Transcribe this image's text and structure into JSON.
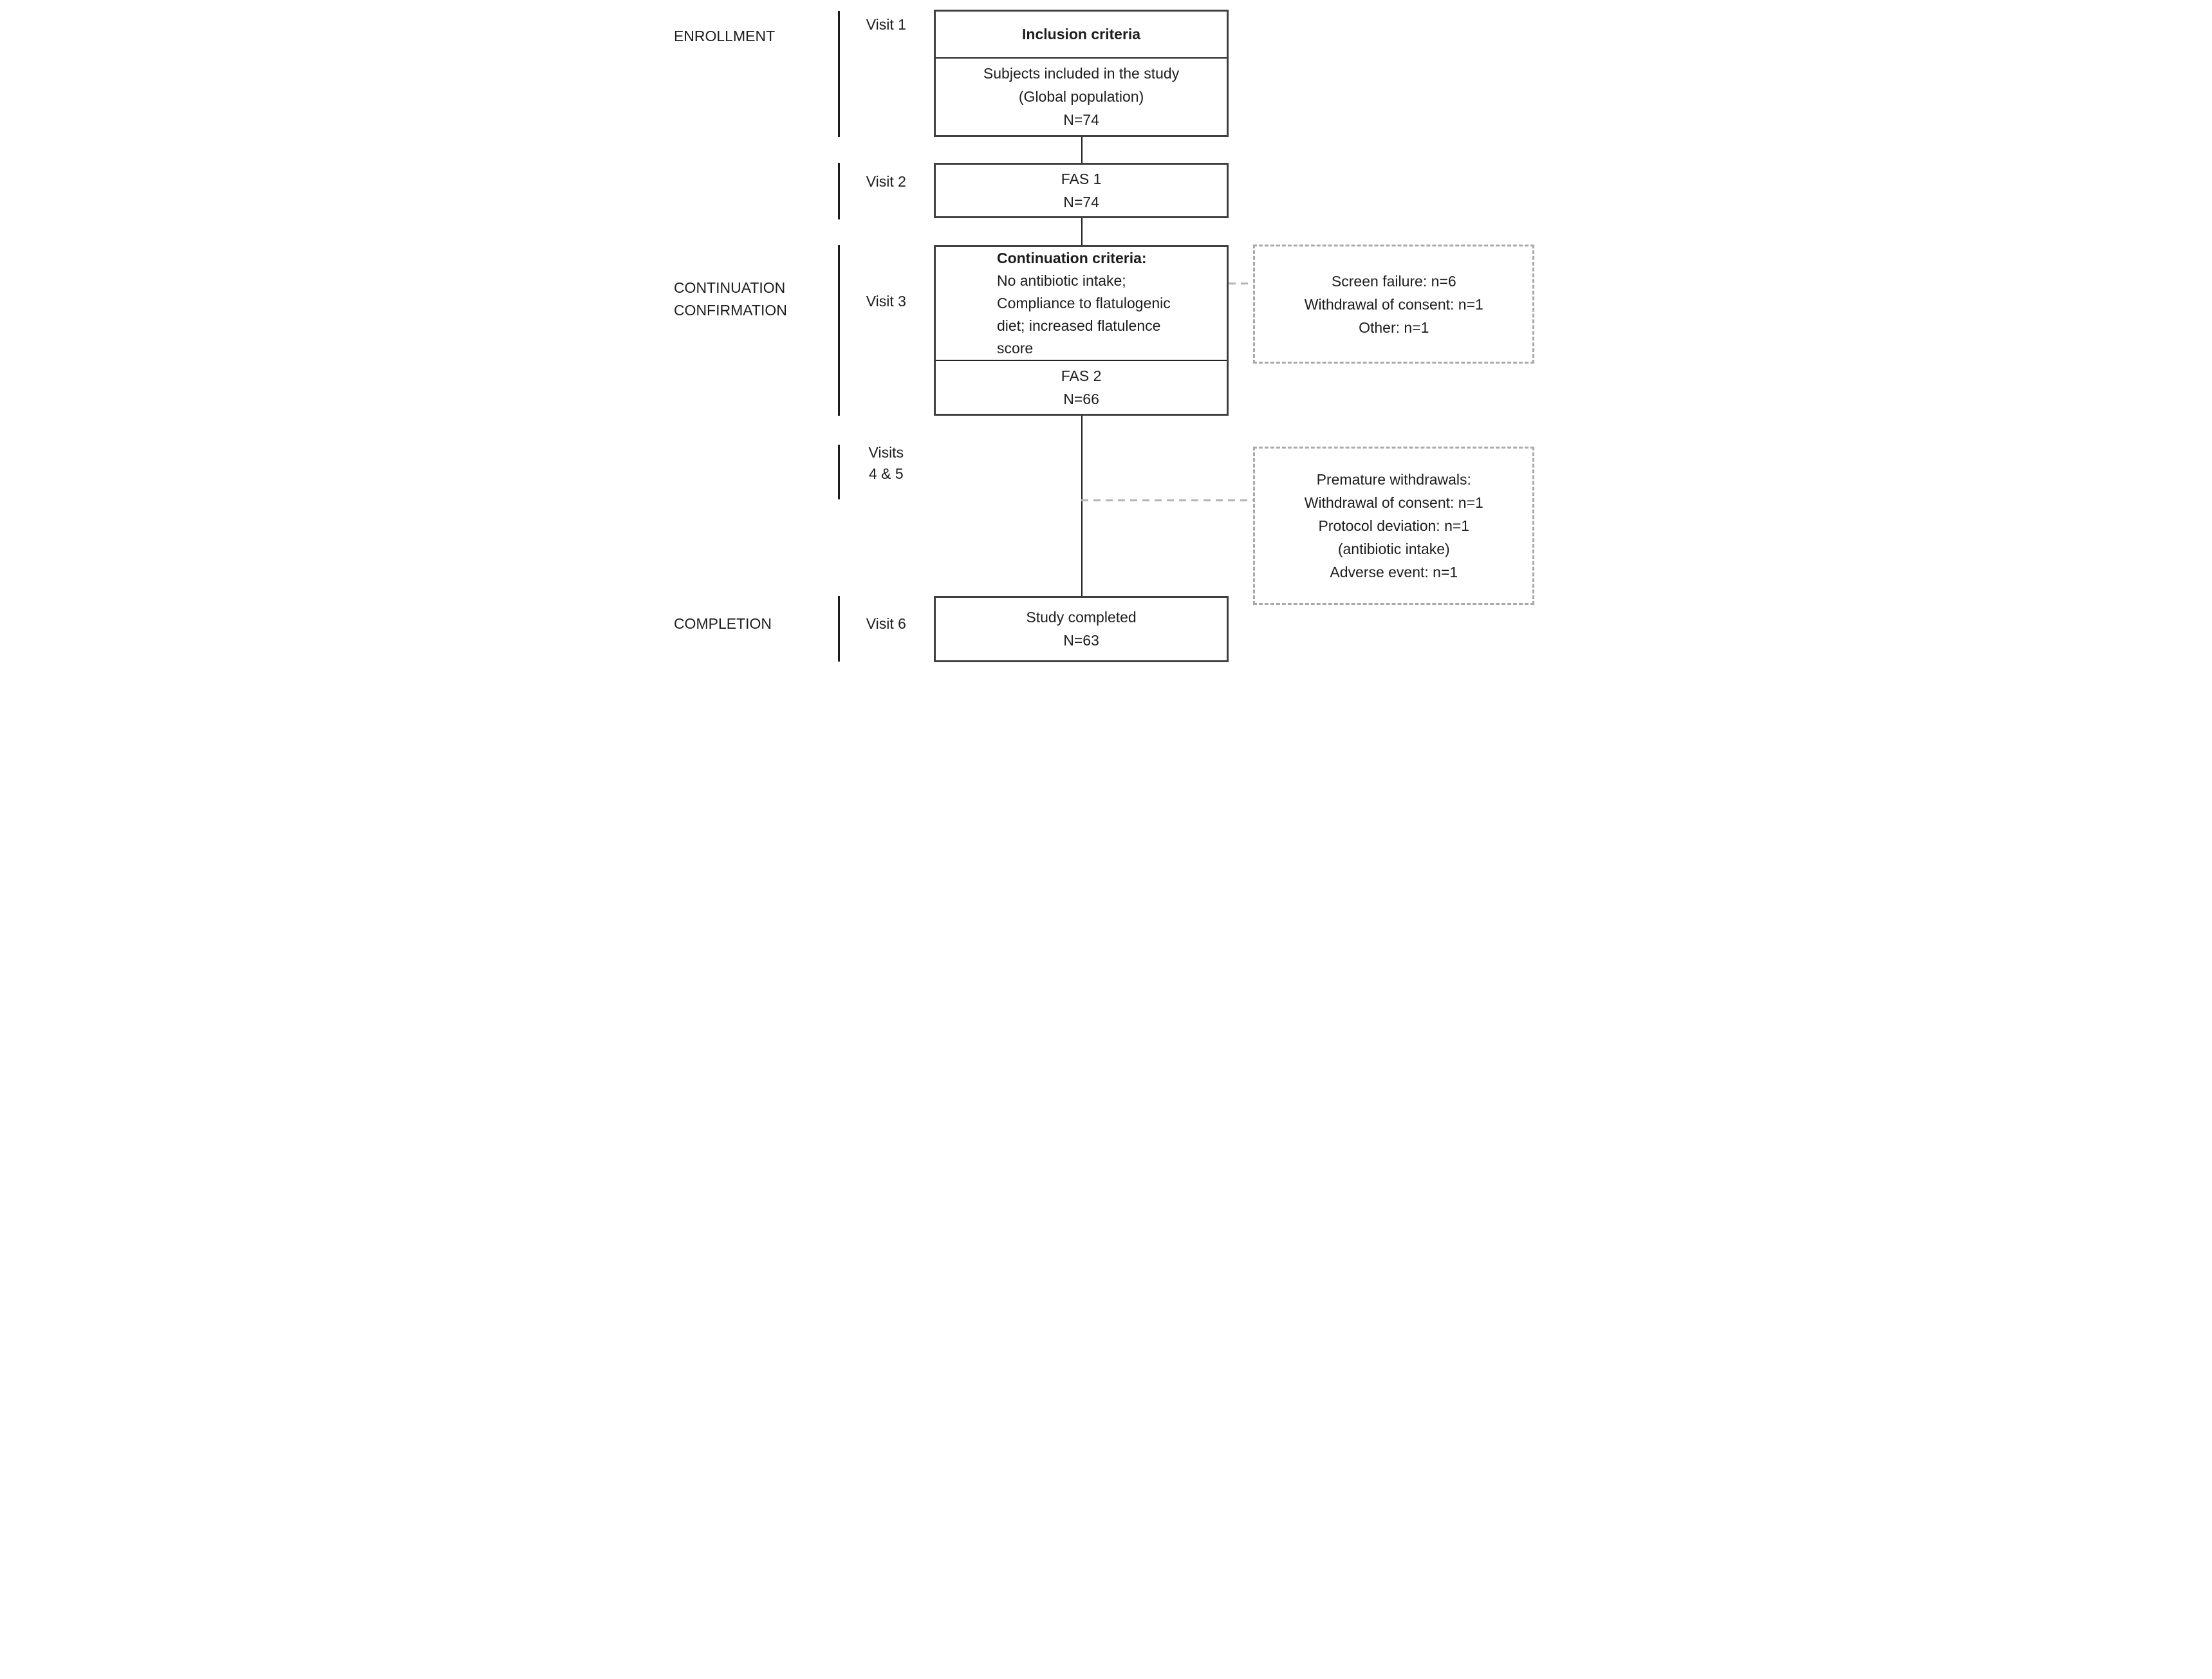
{
  "colors": {
    "text": "#1d1d1d",
    "solid_line": "#1c1c1c",
    "solid_box_border": "#3f3f3f",
    "dashed_border": "#a9a9a9",
    "dashed_connector": "#b3b3b3",
    "background": "#ffffff"
  },
  "phases": {
    "enrollment": "ENROLLMENT",
    "continuation": [
      "CONTINUATION",
      "CONFIRMATION"
    ],
    "completion": "COMPLETION"
  },
  "visits": {
    "v1": "Visit 1",
    "v2": "Visit 2",
    "v3": "Visit 3",
    "v45": [
      "Visits",
      "4 & 5"
    ],
    "v6": "Visit 6"
  },
  "flow": {
    "inclusion": {
      "header": "Inclusion criteria",
      "lines": [
        "Subjects included in the study",
        "(Global population)",
        "N=74"
      ]
    },
    "fas1": {
      "lines": [
        "FAS 1",
        "N=74"
      ]
    },
    "continuation": {
      "header": "Continuation criteria:",
      "lines": [
        "No antibiotic intake;",
        "Compliance to flatulogenic",
        "diet; increased flatulence",
        "score"
      ]
    },
    "fas2": {
      "lines": [
        "FAS 2",
        "N=66"
      ]
    },
    "completed": {
      "lines": [
        "Study completed",
        "N=63"
      ]
    }
  },
  "exclusions": {
    "screen_failure": {
      "lines": [
        "Screen failure: n=6",
        "Withdrawal of consent: n=1",
        "Other: n=1"
      ]
    },
    "premature": {
      "lines": [
        "Premature withdrawals:",
        "Withdrawal of consent: n=1",
        "Protocol deviation: n=1",
        "(antibiotic intake)",
        "Adverse event: n=1"
      ]
    }
  }
}
